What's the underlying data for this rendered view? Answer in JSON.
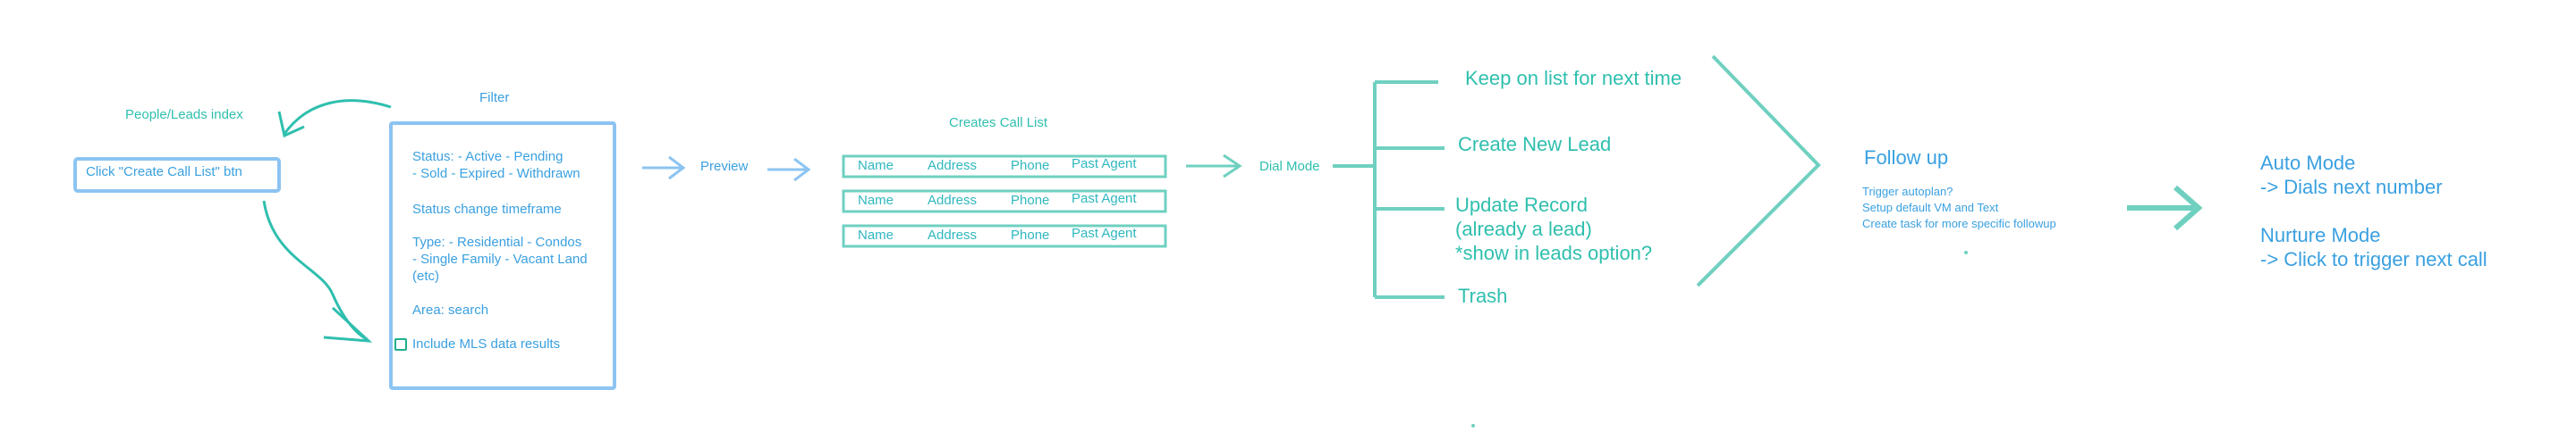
{
  "people_leads_index": "People/Leads index",
  "create_call_list_btn": "Click \"Create Call List\" btn",
  "filter": {
    "title": "Filter",
    "status_line1": "Status: - Active - Pending",
    "status_line2": "- Sold - Expired - Withdrawn",
    "status_change": "Status change timeframe",
    "type_line1": "Type: - Residential - Condos",
    "type_line2": "- Single Family - Vacant Land",
    "type_line3": "(etc)",
    "area": "Area: search",
    "include_mls": "Include MLS data results"
  },
  "preview": "Preview",
  "creates_call_list": "Creates Call List",
  "call_list_columns": [
    "Name",
    "Address",
    "Phone",
    "Past Agent"
  ],
  "dial_mode": "Dial Mode",
  "options": {
    "keep": "Keep on list for next time",
    "create_new_lead": "Create New Lead",
    "update_record_1": "Update Record",
    "update_record_2": "(already a lead)",
    "update_record_3": "*show in leads option?",
    "trash": "Trash"
  },
  "follow_up": {
    "title": "Follow up",
    "line1": "Trigger autoplan?",
    "line2": "Setup default VM and Text",
    "line3": "Create task for more specific followup"
  },
  "modes": {
    "auto_title": "Auto Mode",
    "auto_desc": "-> Dials next number",
    "nurture_title": "Nurture Mode",
    "nurture_desc": "-> Click to trigger next call"
  },
  "colors": {
    "teal": "#2fbfae",
    "blue": "#3aa0e0",
    "box_border": "#8cc4f2"
  }
}
